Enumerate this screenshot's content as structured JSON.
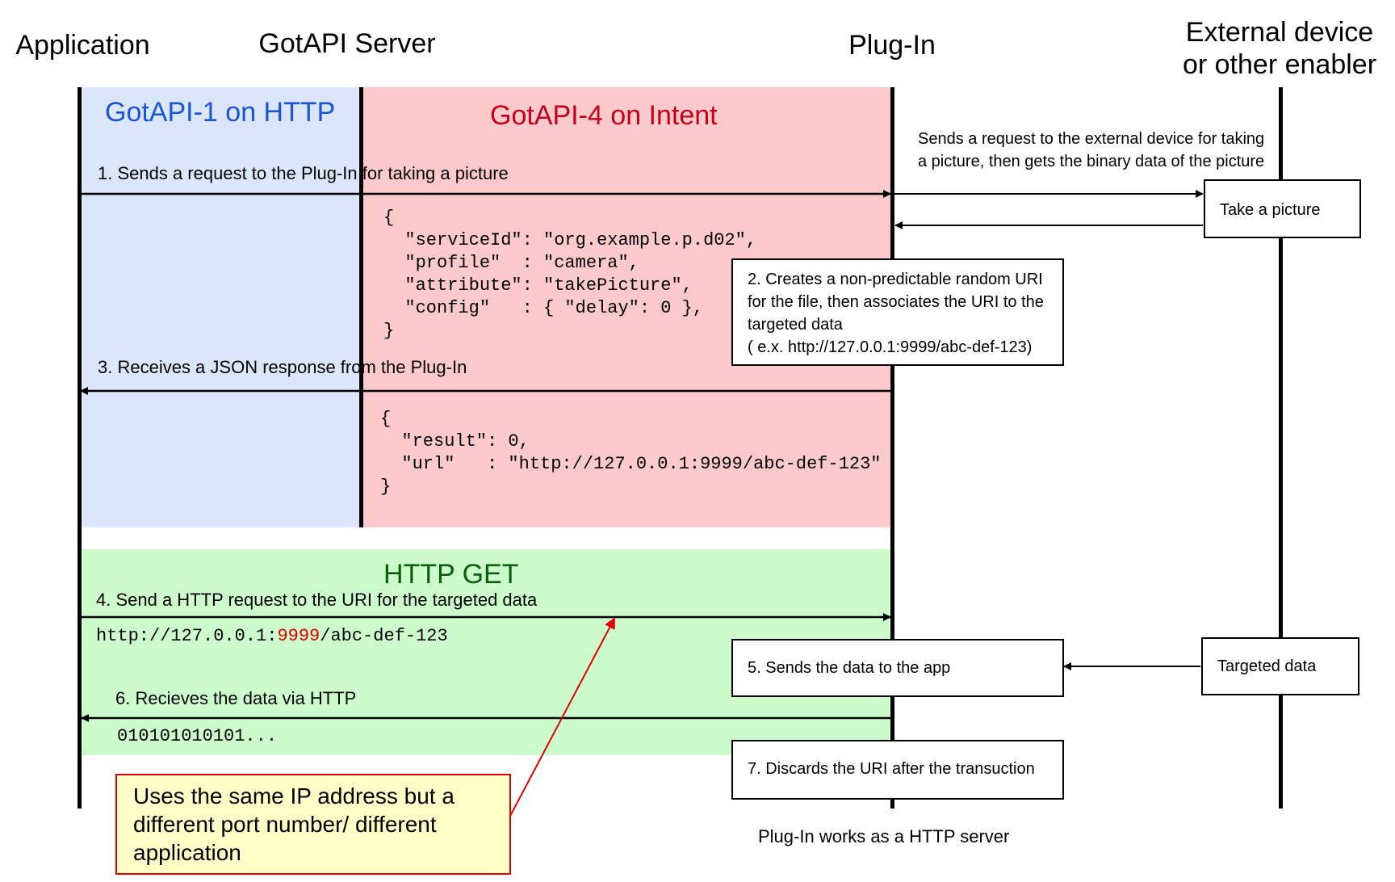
{
  "participants": {
    "application": "Application",
    "gotapi_server": "GotAPI Server",
    "plugin": "Plug-In",
    "external_line1": "External device",
    "external_line2": "or other enabler"
  },
  "bands": {
    "gotapi1": "GotAPI-1 on HTTP",
    "gotapi4": "GotAPI-4 on Intent",
    "http_get": "HTTP GET"
  },
  "messages": {
    "m1": "1. Sends a request to the Plug-In for taking a picture",
    "ext_note_line1": "Sends a request  to the external device for taking",
    "ext_note_line2": "a picture, then gets the binary data of the picture",
    "m3": "3. Receives a JSON response from the Plug-In",
    "m4": "4. Send a HTTP request to the URI for the targeted data",
    "m6": "6. Recieves the data via HTTP",
    "bottom_note": "Plug-In works as a HTTP server"
  },
  "code": {
    "request_json": "{\n  \"serviceId\": \"org.example.p.d02\",\n  \"profile\"  : \"camera\",\n  \"attribute\": \"takePicture\",\n  \"config\"   : { \"delay\": 0 },\n}",
    "response_json": "{\n  \"result\": 0,\n  \"url\"   : \"http://127.0.0.1:9999/abc-def-123\"\n}",
    "url_prefix": "http://127.0.0.1:",
    "url_port": "9999",
    "url_suffix": "/abc-def-123",
    "binary": "010101010101..."
  },
  "boxes": {
    "take_picture": "Take a picture",
    "step2_line1": "2. Creates a non-predictable random URI",
    "step2_line2": "for the file, then associates the URI to the",
    "step2_line3": "targeted data",
    "step2_line4": "( e.x. http://127.0.0.1:9999/abc-def-123)",
    "step5": "5. Sends the data to the app",
    "targeted_data": "Targeted data",
    "step7": "7. Discards the URI after the transuction"
  },
  "callout": {
    "line1": "Uses the same IP address but a",
    "line2": "different port number/ different",
    "line3": "application"
  },
  "colors": {
    "gotapi1_bg": "#dce6fa",
    "gotapi1_text": "#1a55d6",
    "gotapi4_bg": "#fccaca",
    "gotapi4_text": "#c4001a",
    "http_bg": "#ccfccc",
    "http_text": "#0b5e0b",
    "port_highlight": "#e00000",
    "callout_border": "#e00000",
    "callout_bg": "#ffffc8"
  }
}
